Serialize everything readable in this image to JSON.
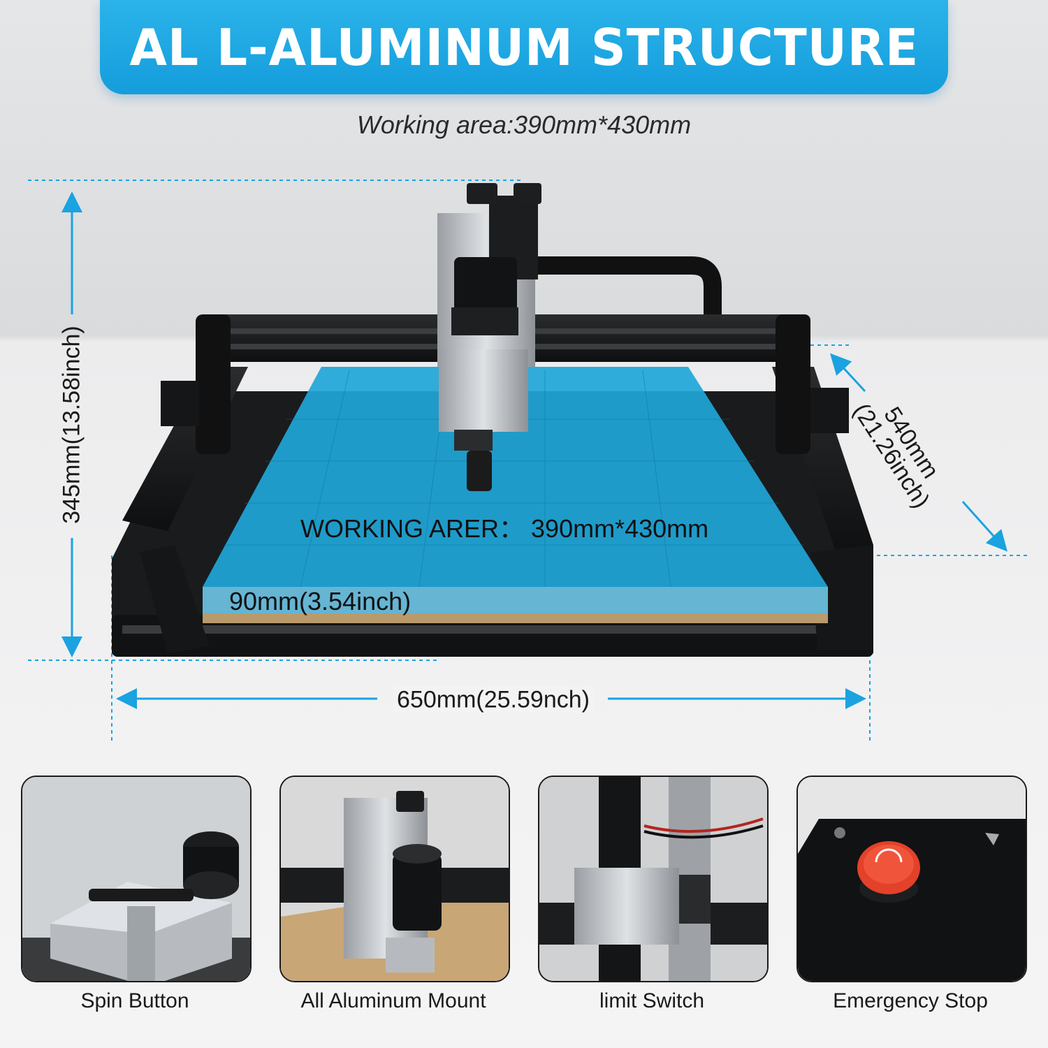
{
  "banner": {
    "title": "AL L-ALUMINUM STRUCTURE"
  },
  "subtitle": "Working area:390mm*430mm",
  "dimensions": {
    "height": "345mm(13.58inch)",
    "width": "650mm(25.59nch)",
    "depth_mm": "540mm",
    "depth_inch": "(21.26inch)",
    "working_area": "WORKING ARER： 390mm*430mm",
    "z_travel": "90mm(3.54inch)"
  },
  "features": [
    {
      "label": "Spin Button"
    },
    {
      "label": "All Aluminum Mount"
    },
    {
      "label": "limit Switch"
    },
    {
      "label": "Emergency Stop"
    }
  ],
  "colors": {
    "accent": "#149ddc",
    "dimension_line": "#1aa3e0",
    "working_area": "#1fa6d8"
  }
}
